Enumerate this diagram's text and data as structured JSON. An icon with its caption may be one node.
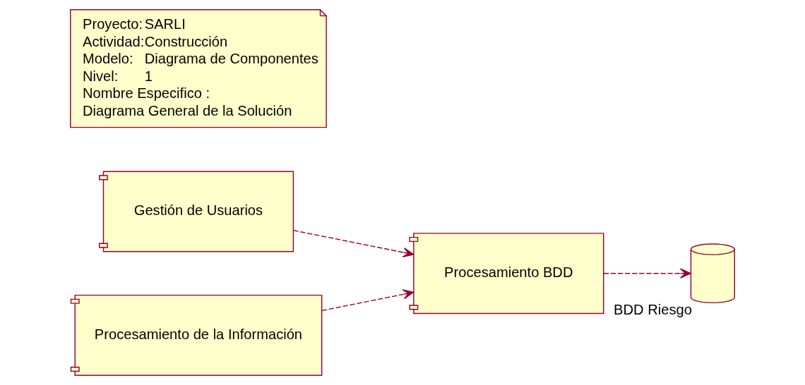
{
  "diagram": {
    "nodes": [
      {
        "text": [
          "Gestión de Usuarios"
        ]
      },
      {
        "text": [
          "Procesamiento de la Información"
        ]
      },
      {
        "text": [
          "Procesamiento BDD"
        ]
      },
      {
        "text": [],
        "shape": "cylinder",
        "beside": [
          "BDD Riesgo"
        ]
      },
      {
        "text": [
          "Proyecto:",
          "SARLI",
          "Actividad:",
          "Construcción",
          "Modelo:",
          "Diagrama de Componentes",
          "Nivel:",
          "1",
          "Nombre Especifico :",
          "Diagrama General de la Solución"
        ]
      }
    ],
    "edges": [
      {
        "from": 0,
        "to": 2,
        "arrow": "to",
        "style": "dashed"
      },
      {
        "from": 1,
        "to": 2,
        "arrow": "to",
        "style": "dashed"
      },
      {
        "from": 2,
        "to": 3,
        "arrow": "to",
        "style": "dashed"
      }
    ]
  }
}
